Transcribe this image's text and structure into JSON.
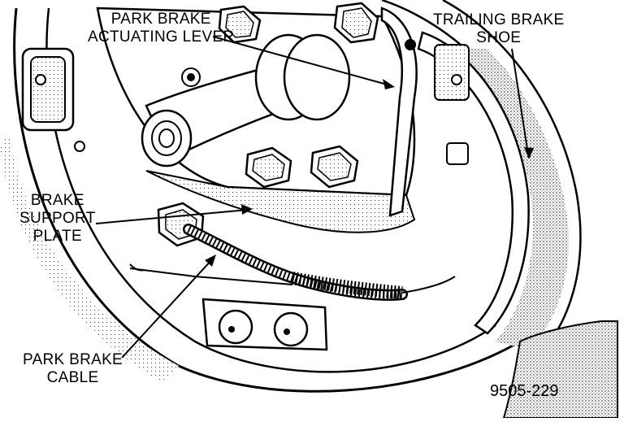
{
  "labels": {
    "park_brake_actuating_lever": [
      "PARK BRAKE",
      "ACTUATING LEVER"
    ],
    "trailing_brake_shoe": [
      "TRAILING BRAKE",
      "SHOE"
    ],
    "brake_support_plate": [
      "BRAKE",
      "SUPPORT",
      "PLATE"
    ],
    "park_brake_cable": [
      "PARK BRAKE",
      "CABLE"
    ]
  },
  "figure_number": "9505-229",
  "colors": {
    "ink": "#000000",
    "paper": "#ffffff",
    "shade": "#b8b8b8"
  }
}
